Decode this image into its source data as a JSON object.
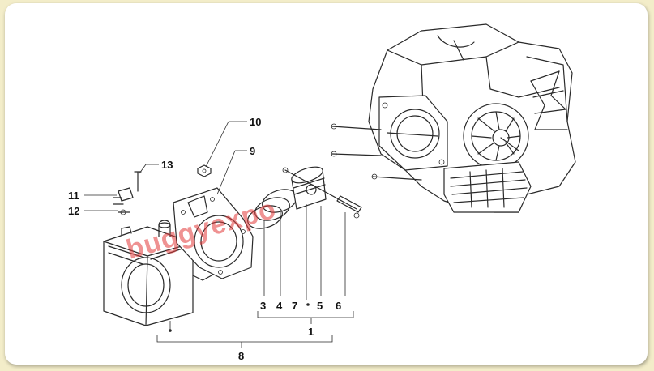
{
  "watermark": "buggyexpo",
  "labels": {
    "l1": "1",
    "l3": "3",
    "l4": "4",
    "l5": "5",
    "l6": "6",
    "l7": "7",
    "l8": "8",
    "l9": "9",
    "l10": "10",
    "l11": "11",
    "l12": "12",
    "l13": "13"
  },
  "colors": {
    "background": "#f3edc9",
    "panel": "#ffffff",
    "line": "#2a2a2a",
    "watermark": "#e23a3a"
  }
}
